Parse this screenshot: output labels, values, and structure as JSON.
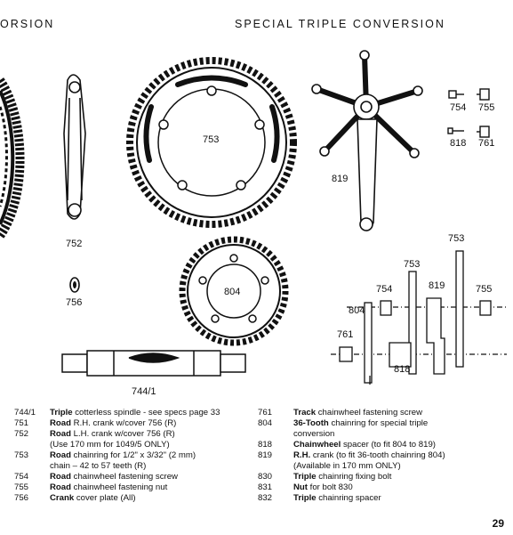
{
  "header": {
    "left": "ORSION",
    "right": "SPECIAL TRIPLE CONVERSION"
  },
  "figure_labels": {
    "chainwheel_large": "753",
    "chainwheel_small": "804",
    "crank_left": "752",
    "cover_plate": "756",
    "spindle": "744/1",
    "crank_right": "819",
    "screw_754": "754",
    "nut_755": "755",
    "screw_818": "818",
    "screw_761": "761",
    "exp_753_top": "753",
    "exp_753_mid": "753",
    "exp_754": "754",
    "exp_819": "819",
    "exp_755": "755",
    "exp_804": "804",
    "exp_761": "761",
    "exp_818": "818"
  },
  "legend_left": [
    {
      "num": "744/1",
      "bold": "Triple",
      "rest": " cotterless spindle - see specs page 33"
    },
    {
      "num": "751",
      "bold": "Road",
      "rest": " R.H. crank w/cover 756 (R)"
    },
    {
      "num": "752",
      "bold": "Road",
      "rest": " L.H. crank w/cover 756 (R)"
    },
    {
      "num": "",
      "bold": "",
      "rest": "(Use 170 mm for 1049/5 ONLY)"
    },
    {
      "num": "753",
      "bold": "Road",
      "rest": " chainring for 1/2\" x 3/32\" (2 mm)"
    },
    {
      "num": "",
      "bold": "",
      "rest": "chain – 42 to 57 teeth (R)"
    },
    {
      "num": "754",
      "bold": "Road",
      "rest": " chainwheel fastening screw"
    },
    {
      "num": "755",
      "bold": "Road",
      "rest": " chainwheel fastening nut"
    },
    {
      "num": "756",
      "bold": "Crank",
      "rest": " cover plate (All)"
    }
  ],
  "legend_right": [
    {
      "num": "761",
      "bold": "Track",
      "rest": " chainwheel fastening screw"
    },
    {
      "num": "804",
      "bold": "36-Tooth",
      "rest": " chainring for special triple"
    },
    {
      "num": "",
      "bold": "",
      "rest": "conversion"
    },
    {
      "num": "818",
      "bold": "Chainwheel",
      "rest": " spacer (to fit 804 to 819)"
    },
    {
      "num": "819",
      "bold": "R.H.",
      "rest": " crank (to fit 36-tooth chainring 804)"
    },
    {
      "num": "",
      "bold": "",
      "rest": "(Available in 170 mm ONLY)"
    },
    {
      "num": "830",
      "bold": "Triple",
      "rest": " chainring fixing bolt"
    },
    {
      "num": "831",
      "bold": "Nut",
      "rest": " for bolt 830"
    },
    {
      "num": "832",
      "bold": "Triple",
      "rest": " chainring spacer"
    }
  ],
  "page_number": "29"
}
